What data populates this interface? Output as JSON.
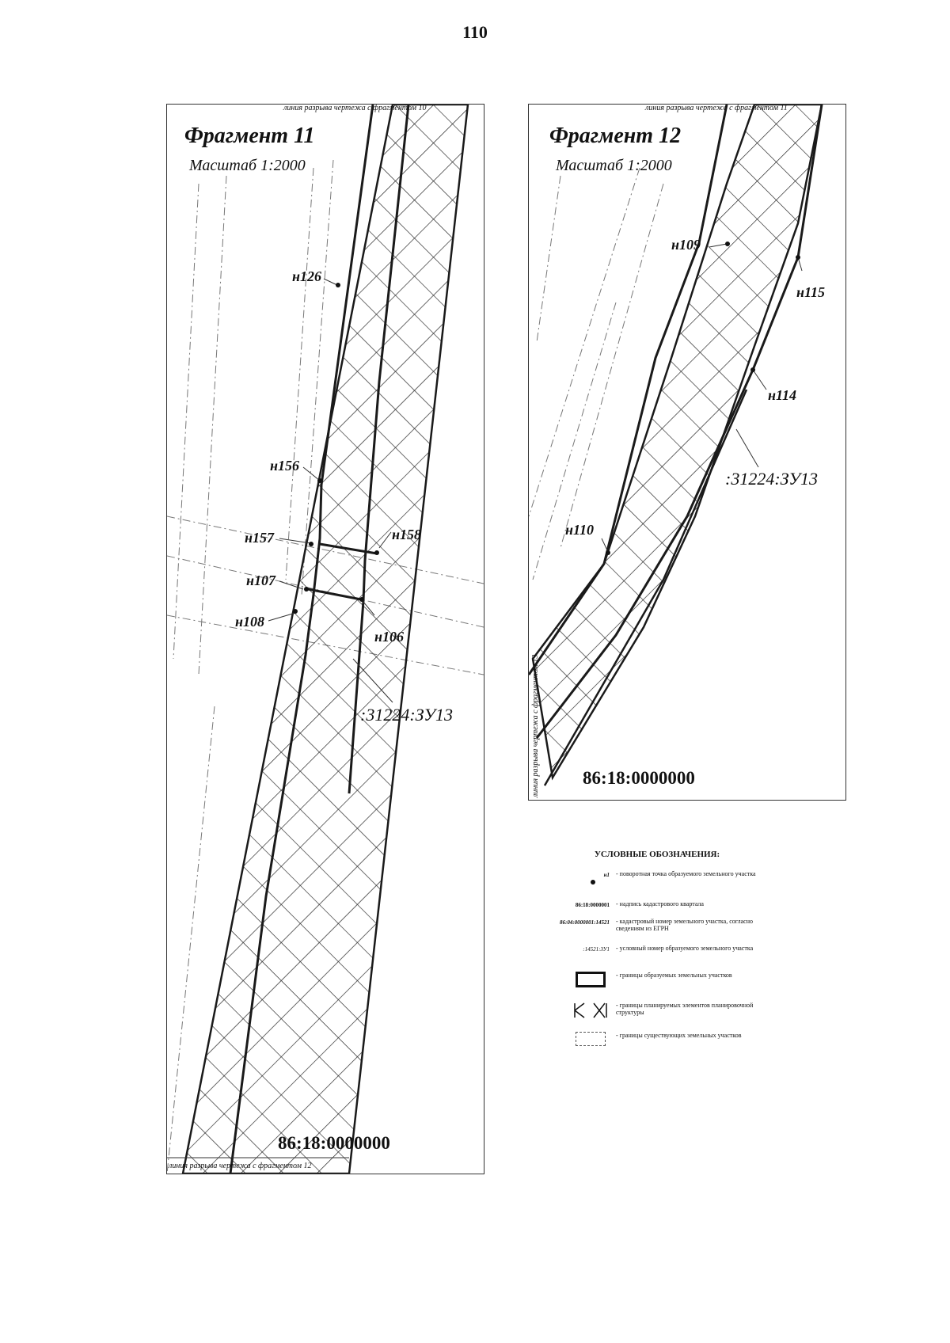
{
  "page": {
    "number": "110"
  },
  "fragment11": {
    "title": "Фрагмент 11",
    "scale": "Масштаб 1:2000",
    "top_break": "линия разрыва чертежа с фрагментом 10",
    "bottom_break": "линия разрыва чертежа с фрагментом 12",
    "points": {
      "n126": "н126",
      "n156": "н156",
      "n157": "н157",
      "n158": "н158",
      "n107": "н107",
      "n108": "н108",
      "n106": "н106"
    },
    "parcel": ":31224:ЗУ13",
    "quarter": "86:18:0000000"
  },
  "fragment12": {
    "title": "Фрагмент 12",
    "scale": "Масштаб 1:2000",
    "top_break": "линия разрыва чертежа с фрагментом 11",
    "side_break": "линия разрыва чертежа с фрагментом 13",
    "points": {
      "n109": "н109",
      "n115": "н115",
      "n114": "н114",
      "n110": "н110"
    },
    "parcel": ":31224:ЗУ13",
    "quarter": "86:18:0000000"
  },
  "legend": {
    "title": "УСЛОВНЫЕ ОБОЗНАЧЕНИЯ:",
    "items": [
      {
        "symbol": "н1",
        "text": "- поворотная точка образуемого земельного участка"
      },
      {
        "symbol": "86:18:0000001",
        "text": "- надпись кадастрового квартала"
      },
      {
        "symbol": "86:04:0000001:14521",
        "text": "- кадастровый номер земельного участка, согласно сведениям из ЕГРН"
      },
      {
        "symbol": ":14521:ЗУ1",
        "text": "- условный номер образуемого земельного участка"
      },
      {
        "symbol": "",
        "text": "- границы образуемых земельных участков"
      },
      {
        "symbol": "",
        "text": "- границы планируемых элементов планировочной структуры"
      },
      {
        "symbol": "",
        "text": "- границы существующих земельных участков"
      }
    ]
  },
  "colors": {
    "line": "#1a1a1a",
    "thin_line": "#666666",
    "paper": "#ffffff"
  }
}
